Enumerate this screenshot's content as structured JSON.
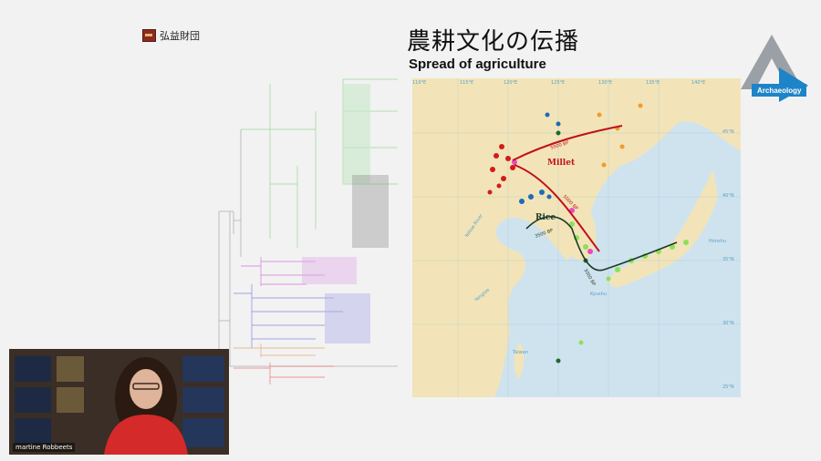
{
  "logo": {
    "text": "弘益財団"
  },
  "title": {
    "japanese": "農耕文化の伝播",
    "english": "Spread of agriculture"
  },
  "arch_logo": {
    "text": "Archaeology"
  },
  "map": {
    "labels": {
      "millet": "Millet",
      "rice": "Rice",
      "bp_5500": "5500 BP",
      "bp_5000": "5000 BP",
      "bp_3500": "3500 BP",
      "bp_3000": "3000 BP",
      "river": "Yellow River",
      "yangtze": "Yangtze",
      "kyushu": "Kyushu",
      "honshu": "Honshu",
      "taiwan": "Taiwan"
    },
    "lon_ticks": [
      "110°E",
      "115°E",
      "120°E",
      "125°E",
      "130°E",
      "135°E",
      "140°E"
    ],
    "lat_ticks": [
      "45°N",
      "40°N",
      "35°N",
      "30°N",
      "25°N"
    ],
    "colors": {
      "land": "#f2e4b8",
      "sea": "#cfe3ee",
      "millet": "#c0101a",
      "rice": "#1c3a2a"
    }
  },
  "webcam": {
    "name": "martine Robbeets"
  }
}
